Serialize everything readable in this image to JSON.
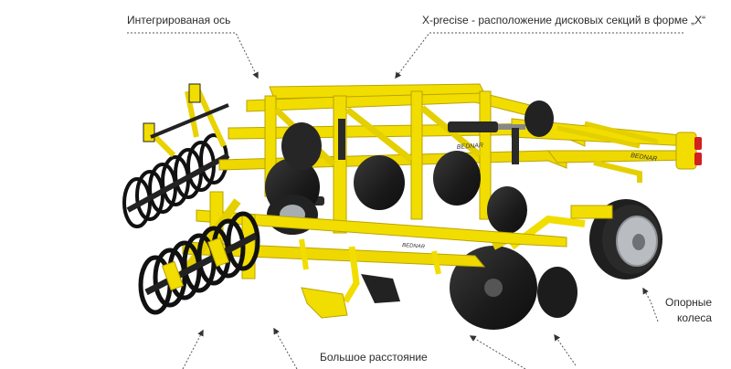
{
  "labels": {
    "integrated_axle": "Интегрированая ось",
    "x_precise": "X-precise - расположение дисковых секций в форме „X“",
    "support_wheels_line1": "Опорные",
    "support_wheels_line2": "колеса",
    "large_clearance": "Большое расстояние",
    "bottom_right_partial": "",
    "bottom_left_partial": ""
  },
  "brand": {
    "decal_text": "BEDNAR"
  },
  "colors": {
    "frame_yellow": "#f2dd00",
    "frame_shadow": "#c9b400",
    "steel_dark": "#2a2a2a",
    "disc_dark": "#1e1e1e",
    "tire": "#262626",
    "rim": "#b8bcc0",
    "red_light": "#d21f1f",
    "leader_line": "#555555"
  },
  "icons": [
    "arrow-down-icon"
  ]
}
